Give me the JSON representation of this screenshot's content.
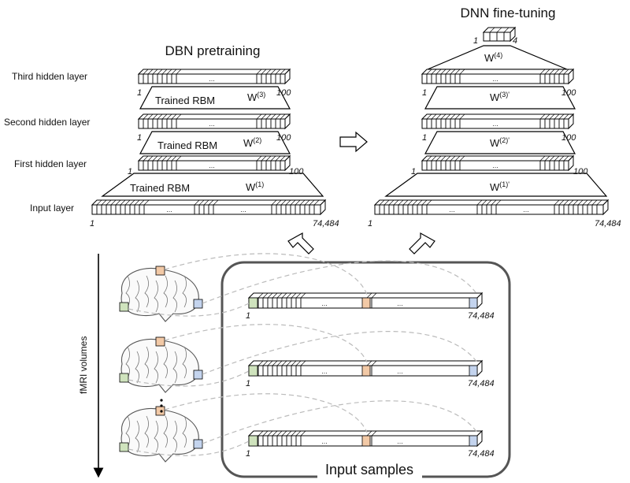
{
  "titles": {
    "left": "DBN pretraining",
    "right": "DNN fine-tuning"
  },
  "layer_labels": {
    "third": "Third hidden layer",
    "second": "Second hidden layer",
    "first": "First hidden layer",
    "input": "Input layer"
  },
  "numbers": {
    "one": "1",
    "hundred": "100",
    "input_end": "74,484",
    "four": "4"
  },
  "rbm": {
    "trained": "Trained RBM",
    "w3": "W",
    "w3_sup": "(3)",
    "w2": "W",
    "w2_sup": "(2)",
    "w1": "W",
    "w1_sup": "(1)"
  },
  "dnn": {
    "w4": "W",
    "w4_sup": "(4)",
    "w3p_sup": "(3)'",
    "w2p_sup": "(2)'",
    "w1p_sup": "(1)'"
  },
  "ellipsis": "...",
  "bottom": {
    "fmri_label": "fMRI volumes",
    "input_samples": "Input samples"
  },
  "colors": {
    "green_voxel": "#cfe3bd",
    "orange_voxel": "#f2c9a6",
    "blue_voxel": "#c4d4ee",
    "arrow_dash": "#bbbbbb"
  }
}
